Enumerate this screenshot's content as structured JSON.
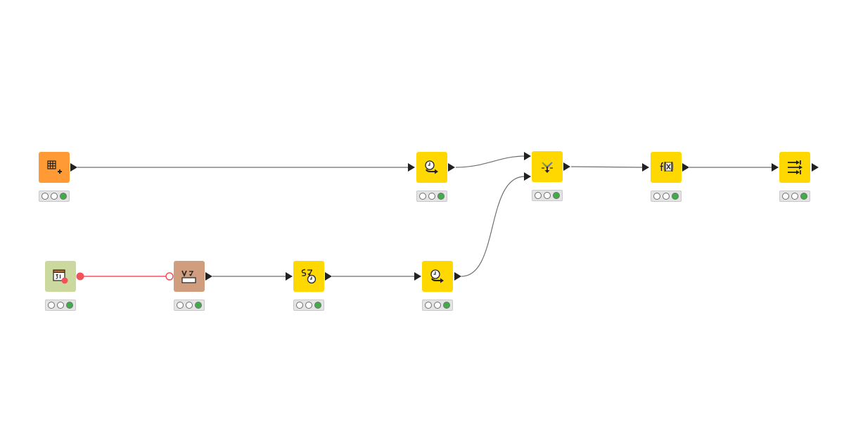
{
  "colors": {
    "source_node": "#ff9a35",
    "manipulator_node": "#ffd800",
    "variable_node": "#d09e7f",
    "config_node": "#cbd99e",
    "connection": "#6f6f6f",
    "flow_variable_connection": "#f2525a",
    "status_ok": "#3fae49"
  },
  "nodes": [
    {
      "id": "table-creator",
      "icon": "table-plus-icon",
      "status": "executed"
    },
    {
      "id": "date-time-shift-1",
      "icon": "clock-shift-icon",
      "status": "executed"
    },
    {
      "id": "joiner",
      "icon": "join-icon",
      "status": "executed"
    },
    {
      "id": "math-formula",
      "icon": "function-x-icon",
      "status": "executed"
    },
    {
      "id": "column-rename",
      "icon": "arrows-right-icon",
      "status": "executed"
    },
    {
      "id": "date-configuration",
      "icon": "calendar-icon",
      "status": "executed"
    },
    {
      "id": "variable-to-table",
      "icon": "variable-table-icon",
      "status": "executed"
    },
    {
      "id": "string-to-date-time",
      "icon": "string-to-clock-icon",
      "status": "executed"
    },
    {
      "id": "date-time-shift-2",
      "icon": "clock-shift-icon",
      "status": "executed"
    }
  ]
}
